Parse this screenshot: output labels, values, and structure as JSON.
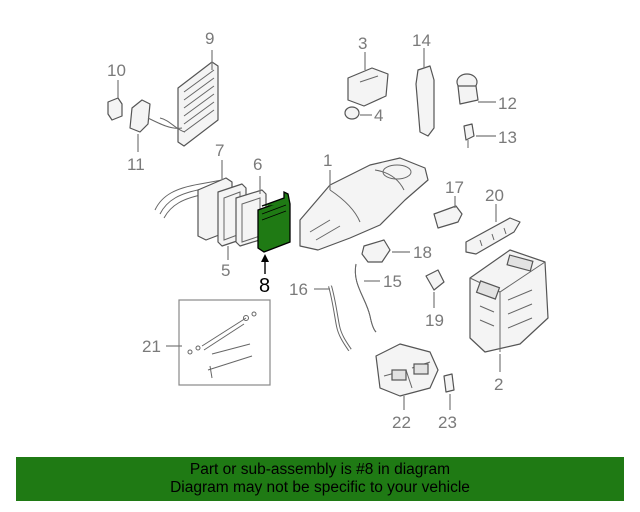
{
  "diagram": {
    "highlighted_part": "8",
    "callouts": [
      "1",
      "2",
      "3",
      "4",
      "5",
      "6",
      "7",
      "8",
      "9",
      "10",
      "11",
      "12",
      "13",
      "14",
      "15",
      "16",
      "17",
      "18",
      "19",
      "20",
      "21",
      "22",
      "23"
    ],
    "highlight_color": "#1f7a14"
  },
  "banner": {
    "line1": "Part or sub-assembly is #8 in diagram",
    "line2": "Diagram may not be specific to your vehicle",
    "background": "#1f7a14"
  }
}
